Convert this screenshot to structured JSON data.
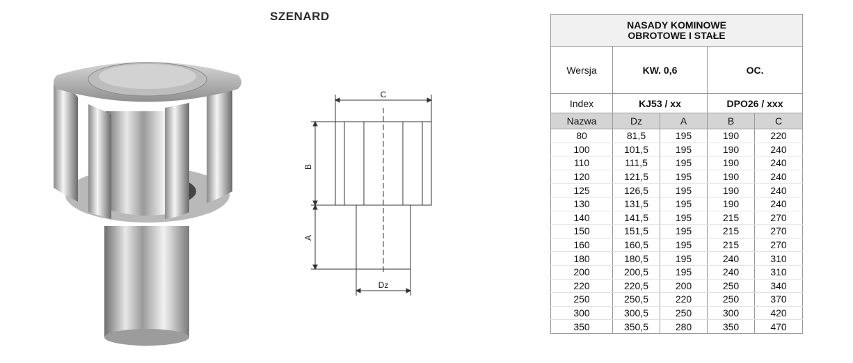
{
  "product_name": "SZENARD",
  "drawing": {
    "dim_c": "C",
    "dim_b": "B",
    "dim_a": "A",
    "dim_dz": "Dz"
  },
  "table": {
    "title_line1": "NASADY KOMINOWE",
    "title_line2": "OBROTOWE I STAŁE",
    "version_label": "Wersja",
    "version_kw": "KW. 0,6",
    "version_oc": "OC.",
    "index_label": "Index",
    "index_kw": "KJ53 / xx",
    "index_oc": "DPO26 / xxx",
    "columns": [
      "Nazwa",
      "Dz",
      "A",
      "B",
      "C"
    ],
    "rows": [
      [
        "80",
        "81,5",
        "195",
        "190",
        "220"
      ],
      [
        "100",
        "101,5",
        "195",
        "190",
        "240"
      ],
      [
        "110",
        "111,5",
        "195",
        "190",
        "240"
      ],
      [
        "120",
        "121,5",
        "195",
        "190",
        "240"
      ],
      [
        "125",
        "126,5",
        "195",
        "190",
        "240"
      ],
      [
        "130",
        "131,5",
        "195",
        "190",
        "240"
      ],
      [
        "140",
        "141,5",
        "195",
        "215",
        "270"
      ],
      [
        "150",
        "151,5",
        "195",
        "215",
        "270"
      ],
      [
        "160",
        "160,5",
        "195",
        "215",
        "270"
      ],
      [
        "180",
        "180,5",
        "195",
        "240",
        "310"
      ],
      [
        "200",
        "200,5",
        "195",
        "240",
        "310"
      ],
      [
        "220",
        "220,5",
        "200",
        "250",
        "340"
      ],
      [
        "250",
        "250,5",
        "220",
        "250",
        "370"
      ],
      [
        "300",
        "300,5",
        "250",
        "300",
        "420"
      ],
      [
        "350",
        "350,5",
        "280",
        "350",
        "470"
      ]
    ]
  }
}
